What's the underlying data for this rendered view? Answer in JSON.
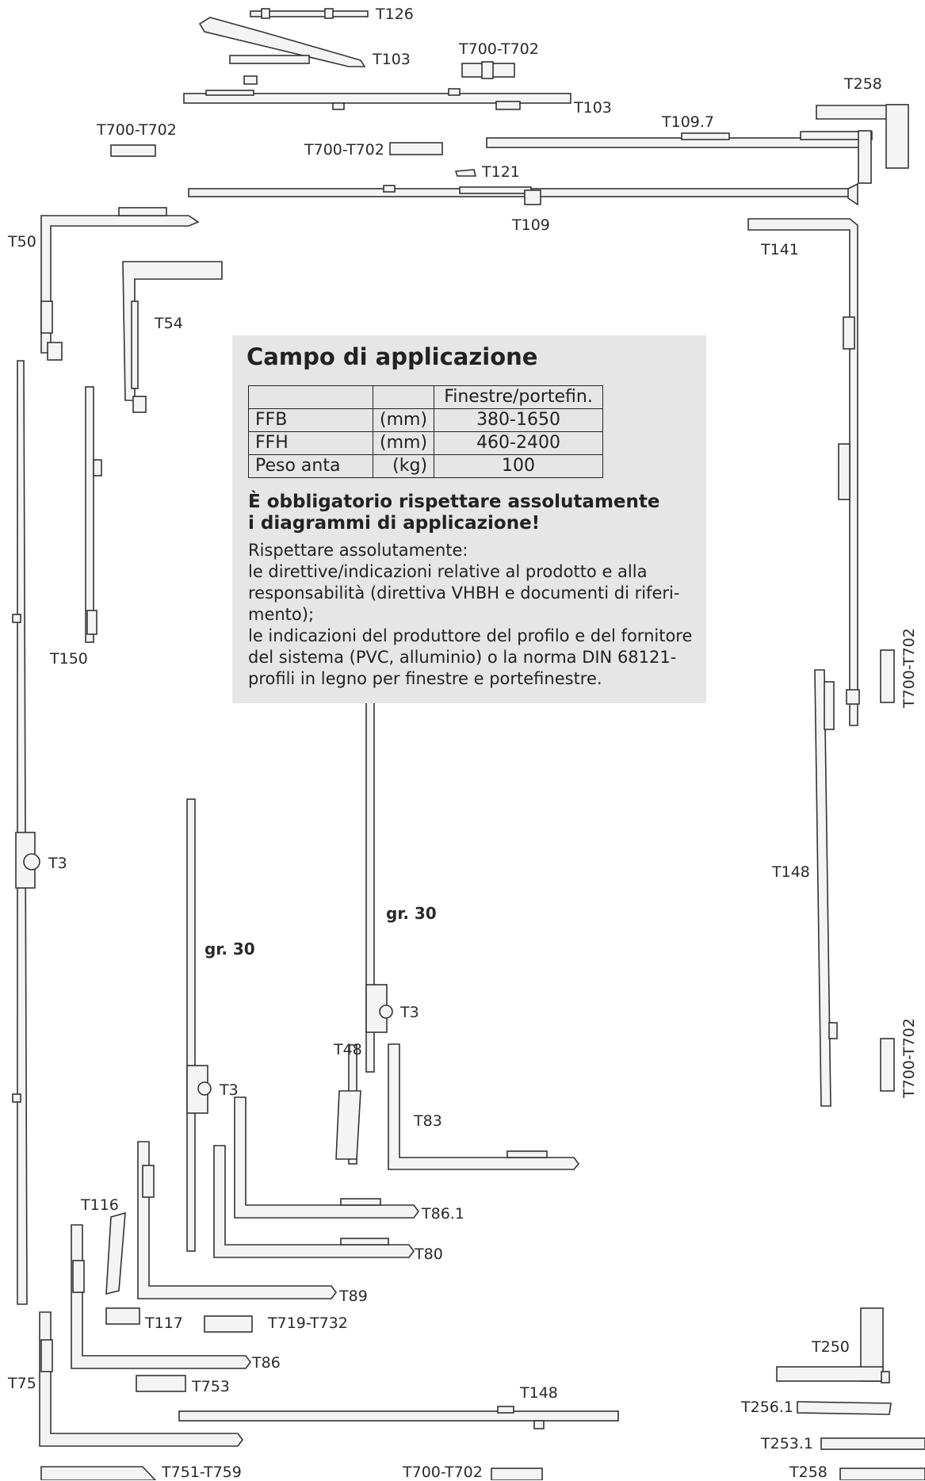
{
  "info": {
    "title": "Campo di applicazione",
    "table": {
      "header": "Finestre/portefin.",
      "rows": [
        {
          "name": "FFB",
          "unit": "(mm)",
          "value": "380-1650"
        },
        {
          "name": "FFH",
          "unit": "(mm)",
          "value": "460-2400"
        },
        {
          "name": "Peso anta",
          "unit": "(kg)",
          "value": "100"
        }
      ]
    },
    "warning_line1": "È obbligatorio rispettare assolutamente",
    "warning_line2": "i diagrammi di applicazione!",
    "body_lines": [
      "Rispettare assolutamente:",
      "le direttive/indicazioni relative al prodotto e alla",
      "responsabilità (direttiva VHBH e documenti di riferi-",
      "mento);",
      "le indicazioni del produttore del profilo e del fornitore",
      "del sistema (PVC, alluminio) o la norma DIN 68121-",
      "profili in legno per finestre e portefinestre."
    ]
  },
  "labels": {
    "t126": "T126",
    "t103a": "T103",
    "t700_top": "T700-T702",
    "t103b": "T103",
    "t258_top": "T258",
    "t700_left": "T700-T702",
    "t109_7": "T109.7",
    "t700_mid": "T700-T702",
    "t121": "T121",
    "t109": "T109",
    "t50": "T50",
    "t141": "T141",
    "t54": "T54",
    "t150": "T150",
    "t700_rot1": "T700-T702",
    "t3_left": "T3",
    "t148_right": "T148",
    "gr30_a": "gr. 30",
    "gr30_b": "gr. 30",
    "t3_mid_upper": "T3",
    "t48": "T48",
    "t3_mid_lower": "T3",
    "t83": "T83",
    "t700_rot2": "T700-T702",
    "t86_1": "T86.1",
    "t116": "T116",
    "t80": "T80",
    "t89": "T89",
    "t117": "T117",
    "t719": "T719-T732",
    "t86": "T86",
    "t250": "T250",
    "t75": "T75",
    "t753": "T753",
    "t148_bottom": "T148",
    "t256_1": "T256.1",
    "t253_1": "T253.1",
    "t751": "T751-T759",
    "t700_bottom": "T700-T702",
    "t258_bottom": "T258"
  }
}
